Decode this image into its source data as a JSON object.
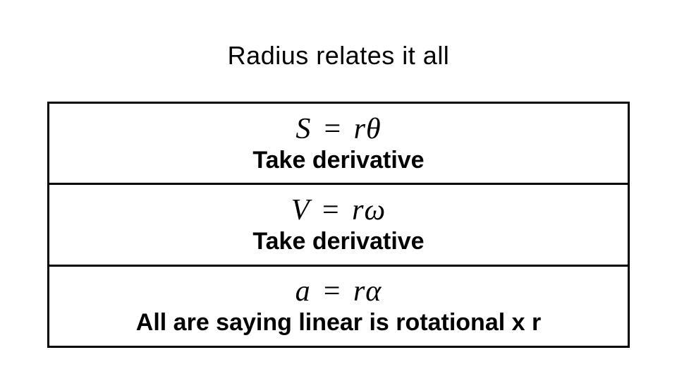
{
  "slide": {
    "title": "Radius relates it all",
    "table": {
      "rows": [
        {
          "equation": "S = rθ",
          "caption": "Take derivative"
        },
        {
          "equation": "V = rω",
          "caption": "Take derivative"
        },
        {
          "equation": "a = rα",
          "caption": "All are saying linear is rotational x r"
        }
      ]
    },
    "colors": {
      "background": "#ffffff",
      "text": "#000000",
      "table_border": "#000000"
    }
  }
}
